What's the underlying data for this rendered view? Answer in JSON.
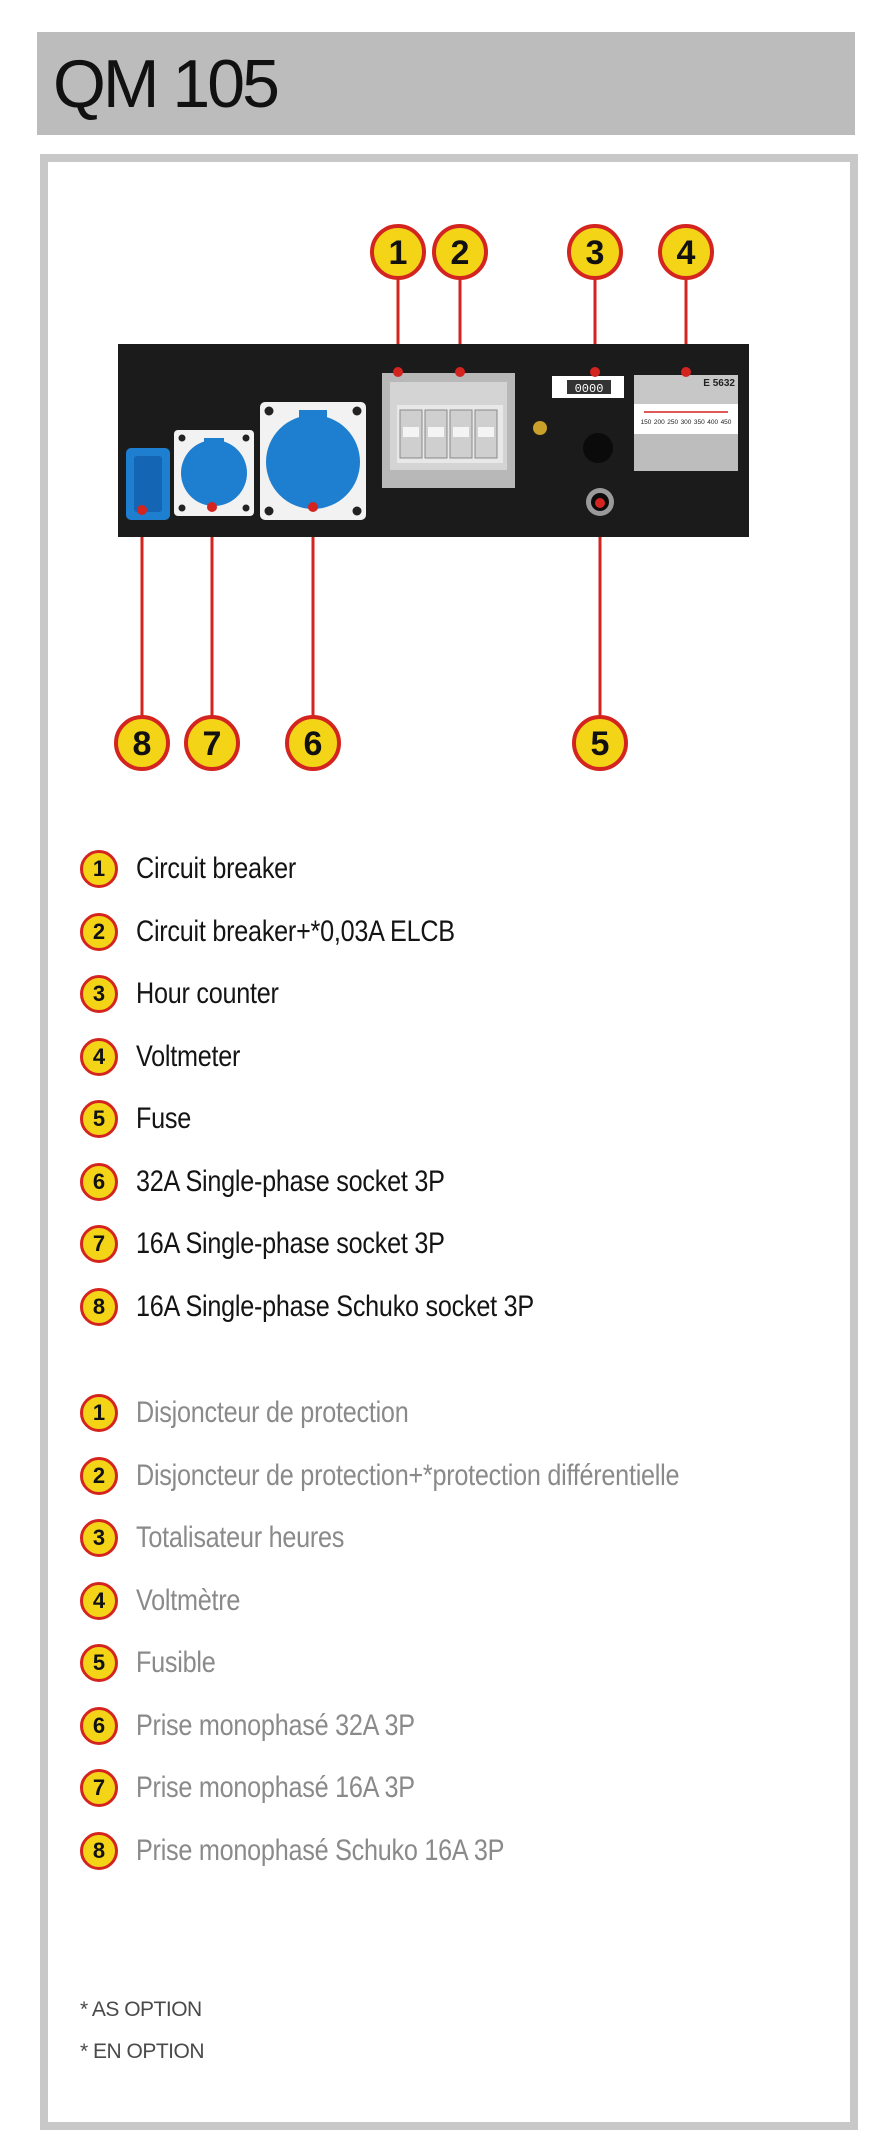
{
  "header": {
    "title": "QM 105"
  },
  "panel": {
    "hour_counter_digits": "0000",
    "voltmeter_brand": "E 5632",
    "voltmeter_scale": [
      "150",
      "200",
      "250",
      "300",
      "350",
      "400",
      "450"
    ],
    "markers": [
      {
        "number": "1",
        "target": "circuit-breaker"
      },
      {
        "number": "2",
        "target": "circuit-breaker-elcb"
      },
      {
        "number": "3",
        "target": "hour-counter"
      },
      {
        "number": "4",
        "target": "voltmeter"
      },
      {
        "number": "5",
        "target": "fuse"
      },
      {
        "number": "6",
        "target": "socket-32a"
      },
      {
        "number": "7",
        "target": "socket-16a"
      },
      {
        "number": "8",
        "target": "schuko-socket"
      }
    ],
    "colors": {
      "badge_fill": "#f4d417",
      "badge_stroke": "#d42420",
      "panel": "#1b1b1b",
      "socket_blue": "#1e7ed0",
      "leader": "#d42420"
    }
  },
  "legend_en": [
    {
      "number": "1",
      "text": "Circuit breaker"
    },
    {
      "number": "2",
      "text": "Circuit breaker+*0,03A ELCB"
    },
    {
      "number": "3",
      "text": "Hour counter"
    },
    {
      "number": "4",
      "text": "Voltmeter"
    },
    {
      "number": "5",
      "text": "Fuse"
    },
    {
      "number": "6",
      "text": "32A Single-phase socket 3P"
    },
    {
      "number": "7",
      "text": "16A Single-phase socket 3P"
    },
    {
      "number": "8",
      "text": "16A Single-phase Schuko socket 3P"
    }
  ],
  "legend_fr": [
    {
      "number": "1",
      "text": "Disjoncteur de protection"
    },
    {
      "number": "2",
      "text": "Disjoncteur de protection+*protection différentielle"
    },
    {
      "number": "3",
      "text": "Totalisateur heures"
    },
    {
      "number": "4",
      "text": "Voltmètre"
    },
    {
      "number": "5",
      "text": "Fusible"
    },
    {
      "number": "6",
      "text": "Prise monophasé 32A 3P"
    },
    {
      "number": "7",
      "text": "Prise monophasé 16A 3P"
    },
    {
      "number": "8",
      "text": "Prise monophasé Schuko 16A 3P"
    }
  ],
  "footnotes": {
    "en": "* AS OPTION",
    "fr": "* EN OPTION"
  }
}
